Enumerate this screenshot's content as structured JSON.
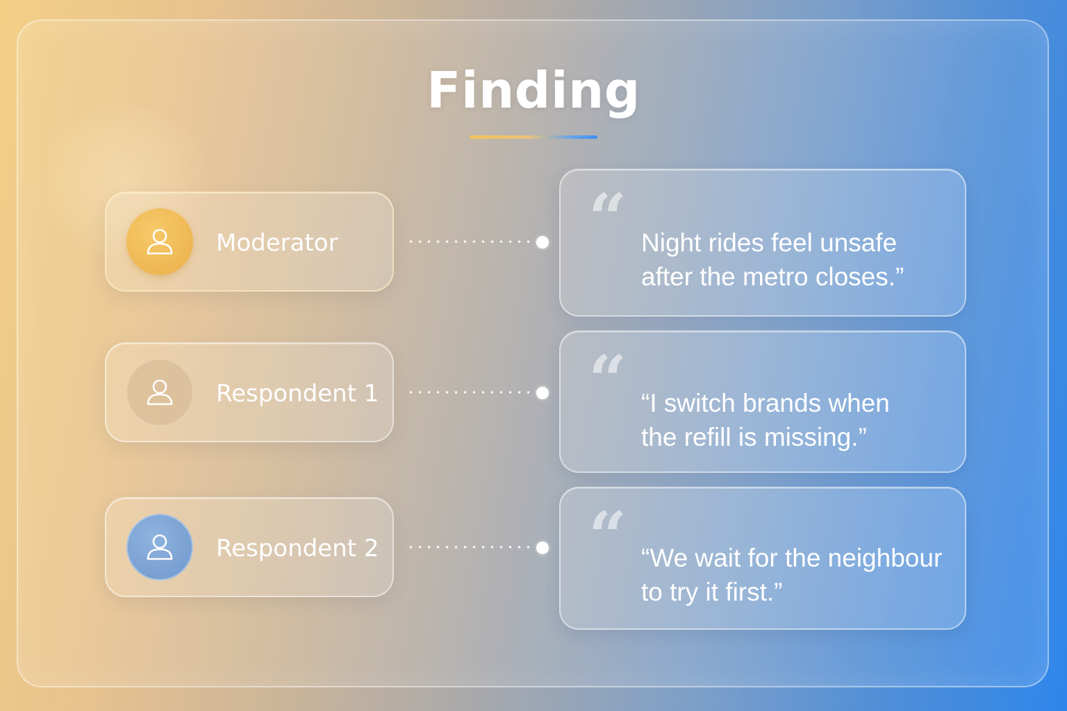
{
  "page": {
    "title": "Finding"
  },
  "speakers": [
    {
      "label": "Moderator",
      "icon": "user-icon",
      "avatar_color": "#f0b84a"
    },
    {
      "label": "Respondent 1",
      "icon": "user-icon",
      "avatar_color": "#d2b690"
    },
    {
      "label": "Respondent 2",
      "icon": "user-icon",
      "avatar_color": "#7ea6d6"
    }
  ],
  "quotes": [
    {
      "icon": "quote-icon",
      "line1": "Night rides feel unsafe",
      "line2": "after the metro closes.”"
    },
    {
      "icon": "quote-icon",
      "line1": "“I switch brands when",
      "line2": "the refill is missing.”"
    },
    {
      "icon": "quote-icon",
      "line1": "“We wait for the neighbour",
      "line2": "to try it first.”"
    }
  ],
  "colors": {
    "accent_warm": "#f2c25a",
    "accent_cool": "#3d8ef0"
  }
}
